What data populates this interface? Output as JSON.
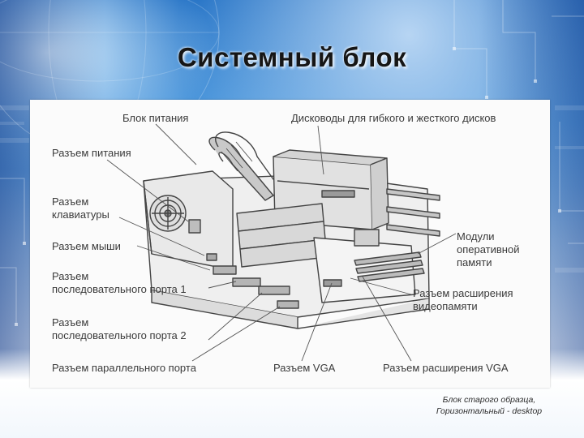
{
  "slide": {
    "title": "Системный блок",
    "caption": {
      "line1": "Блок старого образца,",
      "line2": "Горизонтальный - desktop"
    }
  },
  "diagram": {
    "labels": {
      "power_supply": "Блок питания",
      "drives": "Дисководы для гибкого и жесткого дисков",
      "power_connector": "Разъем питания",
      "keyboard_connector": {
        "line1": "Разъем",
        "line2": "клавиатуры"
      },
      "mouse_connector": "Разъем мыши",
      "serial_port_1": {
        "line1": "Разъем",
        "line2": "последовательного порта 1"
      },
      "serial_port_2": {
        "line1": "Разъем",
        "line2": "последовательного порта 2"
      },
      "parallel_port": "Разъем параллельного порта",
      "vga_connector": "Разъем VGA",
      "vga_expansion": "Разъем расширения VGA",
      "memory_modules": {
        "line1": "Модули",
        "line2": "оперативной",
        "line3": "памяти"
      },
      "video_memory_expansion": {
        "line1": "Разъем расширения",
        "line2": "видеопамяти"
      }
    }
  },
  "colors": {
    "background_blue": "#1f6fc4",
    "line_art": "#444444",
    "label_text": "#3a3a3a",
    "title_text": "#161616"
  },
  "icons": [
    "globe-decoration",
    "circuit-decoration"
  ]
}
